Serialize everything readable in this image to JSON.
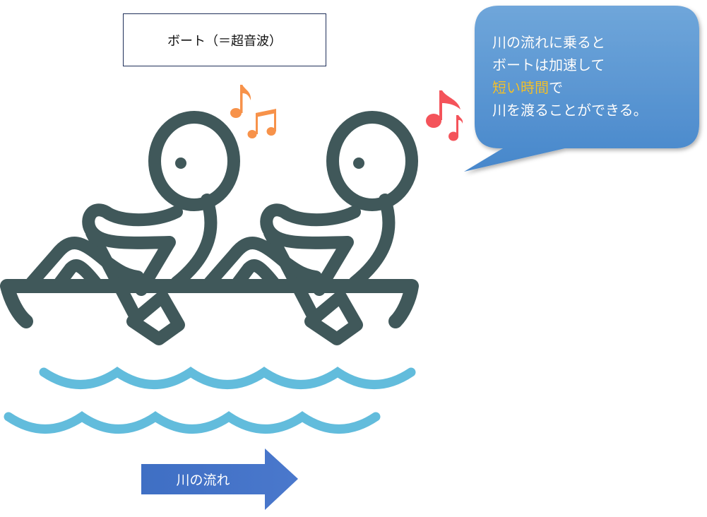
{
  "title_box": {
    "label": "ボート（＝超音波）"
  },
  "bubble": {
    "line1": "川の流れに乗ると",
    "line2": "ボートは加速して",
    "line3_highlight": "短い時間",
    "line3_rest": "で",
    "line4": "川を渡ることができる。"
  },
  "arrow": {
    "label": "川の流れ"
  },
  "colors": {
    "figure": "#40585a",
    "water": "#62bcdc",
    "arrow": "#4472c4",
    "bubble": "#5b97d2",
    "highlight": "#f2c12e",
    "note_orange": "#f7924a",
    "note_red": "#f4535a"
  }
}
